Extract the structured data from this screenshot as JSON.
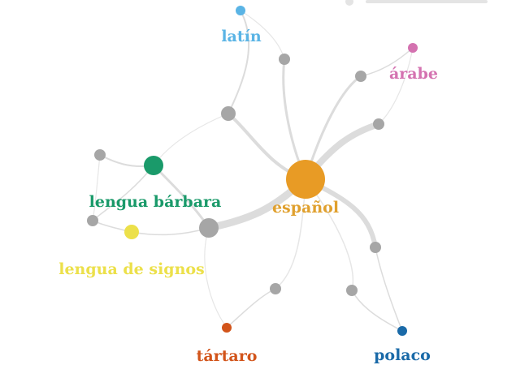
{
  "diagram": {
    "type": "language-network",
    "colors": {
      "hub": "#e89b25",
      "hub_text": "#e0a02e",
      "neutral_node": "#a6a6a6",
      "edge": "#dcdcdc",
      "latin": "#5ab4e5",
      "arabe": "#d472b0",
      "lengua_barbara": "#1a9a6a",
      "lengua_de_signos": "#ece04a",
      "tartaro": "#d2541a",
      "polaco": "#1a6aa8"
    },
    "labels": {
      "espanol": "español",
      "latin": "latín",
      "arabe": "árabe",
      "lengua_barbara": "lengua bárbara",
      "lengua_de_signos": "lengua de signos",
      "tartaro": "tártaro",
      "polaco": "polaco"
    }
  }
}
